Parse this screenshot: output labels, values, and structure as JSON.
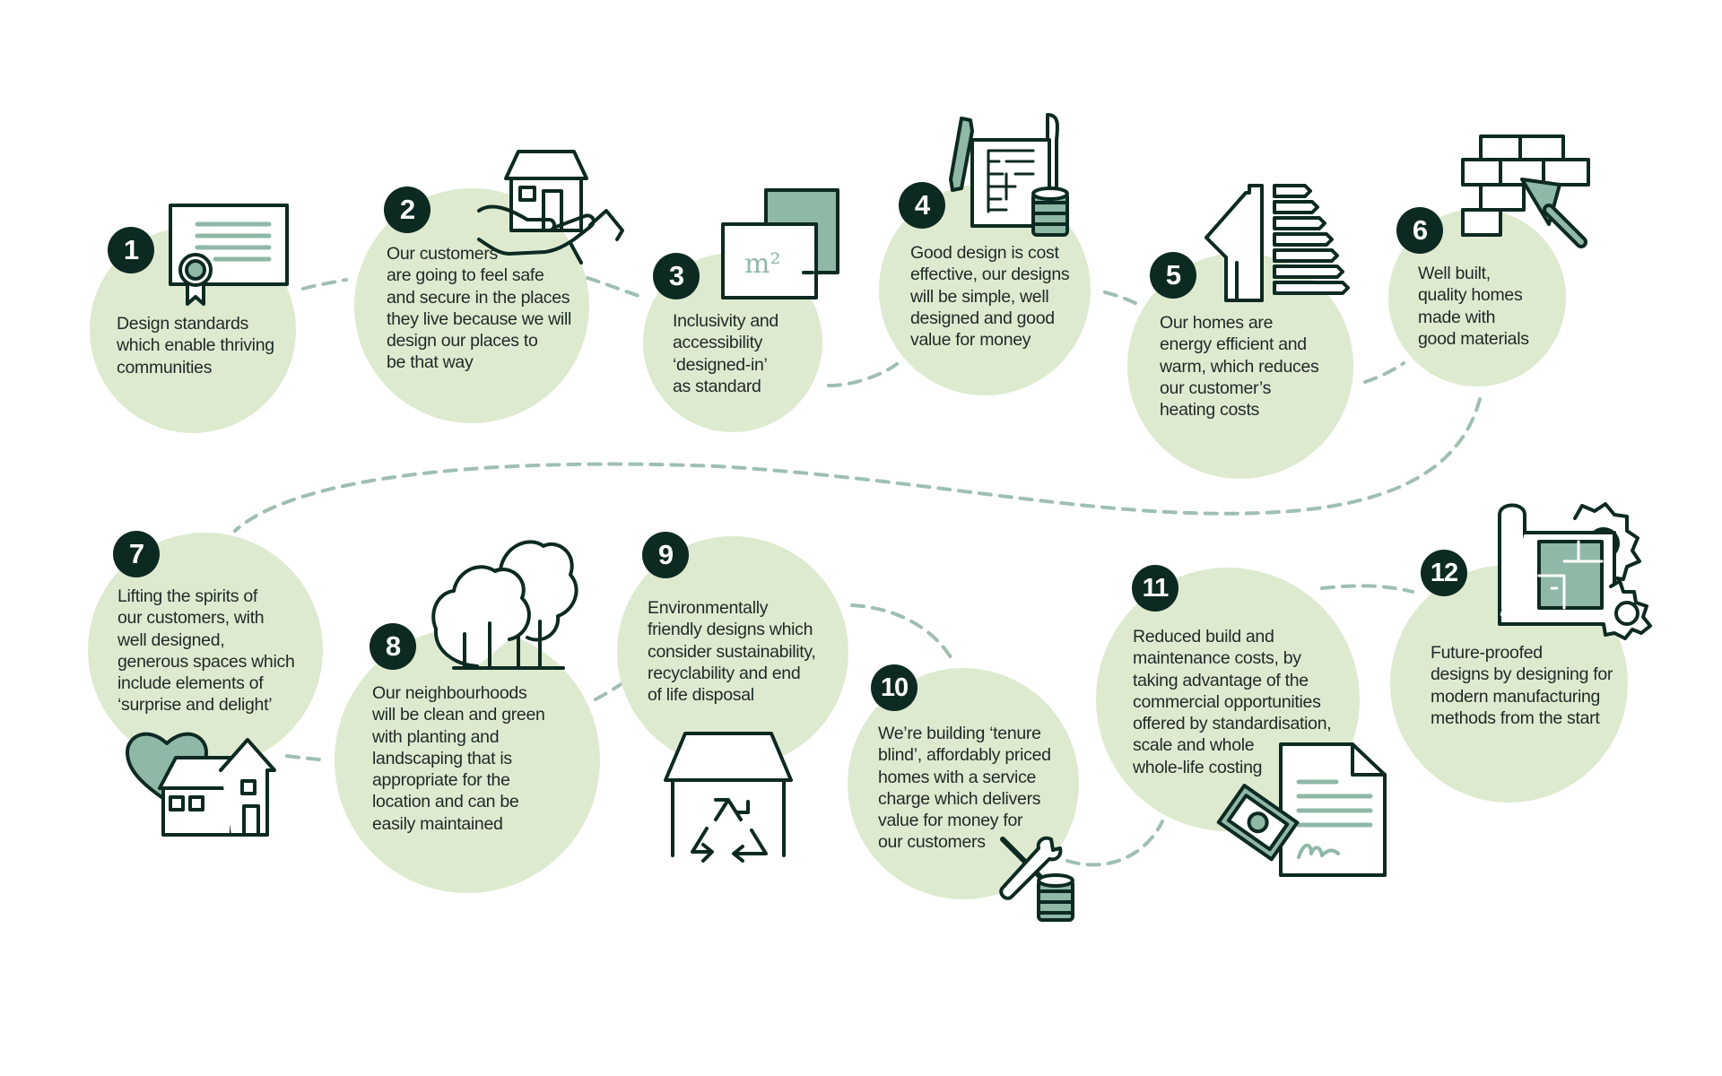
{
  "colors": {
    "dark": "#0d2a22",
    "circle_fill": "#deead0",
    "accent": "#8fb8a6",
    "dash": "#9fbfb1",
    "text": "#1c2b26"
  },
  "steps": [
    {
      "number": "1",
      "icon": "certificate-icon",
      "lines": [
        "Design standards",
        "which enable thriving",
        "communities"
      ]
    },
    {
      "number": "2",
      "icon": "house-in-hand-icon",
      "lines": [
        "Our customers",
        "are going to feel safe",
        "and secure in the places",
        "they live because we will",
        "design our places to",
        "be that way"
      ]
    },
    {
      "number": "3",
      "icon": "floor-area-m2-icon",
      "icon_text": "m²",
      "lines": [
        "Inclusivity and",
        "accessibility",
        "‘designed-in’",
        "as standard"
      ]
    },
    {
      "number": "4",
      "icon": "plans-and-coins-icon",
      "lines": [
        "Good design is cost",
        "effective, our designs",
        "will be simple, well",
        "designed and good",
        "value for money"
      ]
    },
    {
      "number": "5",
      "icon": "energy-rating-icon",
      "lines": [
        "Our homes are",
        "energy efficient and",
        "warm, which reduces",
        "our customer’s",
        "heating costs"
      ]
    },
    {
      "number": "6",
      "icon": "bricks-trowel-icon",
      "lines": [
        "Well built,",
        "quality homes",
        "made with",
        "good materials"
      ]
    },
    {
      "number": "7",
      "icon": "heart-house-icon",
      "lines": [
        "Lifting the spirits of",
        "our customers, with",
        "well designed,",
        "generous spaces which",
        "include elements of",
        "‘surprise and delight’"
      ]
    },
    {
      "number": "8",
      "icon": "trees-icon",
      "lines": [
        "Our neighbourhoods",
        "will be clean and green",
        "with planting and",
        "landscaping that is",
        "appropriate for the",
        "location and can be",
        "easily maintained"
      ]
    },
    {
      "number": "9",
      "icon": "recycling-house-icon",
      "lines": [
        "Environmentally",
        "friendly designs which",
        "consider sustainability,",
        "recyclability and end",
        "of life disposal"
      ]
    },
    {
      "number": "10",
      "icon": "tools-and-coins-icon",
      "lines": [
        "We’re building ‘tenure",
        "blind’, affordably priced",
        "homes with a service",
        "charge which delivers",
        "value for money for",
        "our customers"
      ]
    },
    {
      "number": "11",
      "icon": "contract-and-money-icon",
      "lines": [
        "Reduced build and",
        "maintenance costs, by",
        "taking advantage of the",
        "commercial opportunities",
        "offered by standardisation,",
        "scale and whole",
        "whole-life costing"
      ]
    },
    {
      "number": "12",
      "icon": "blueprint-gears-icon",
      "lines": [
        "Future-proofed",
        "designs by designing for",
        "modern manufacturing",
        "methods from the start"
      ]
    }
  ]
}
